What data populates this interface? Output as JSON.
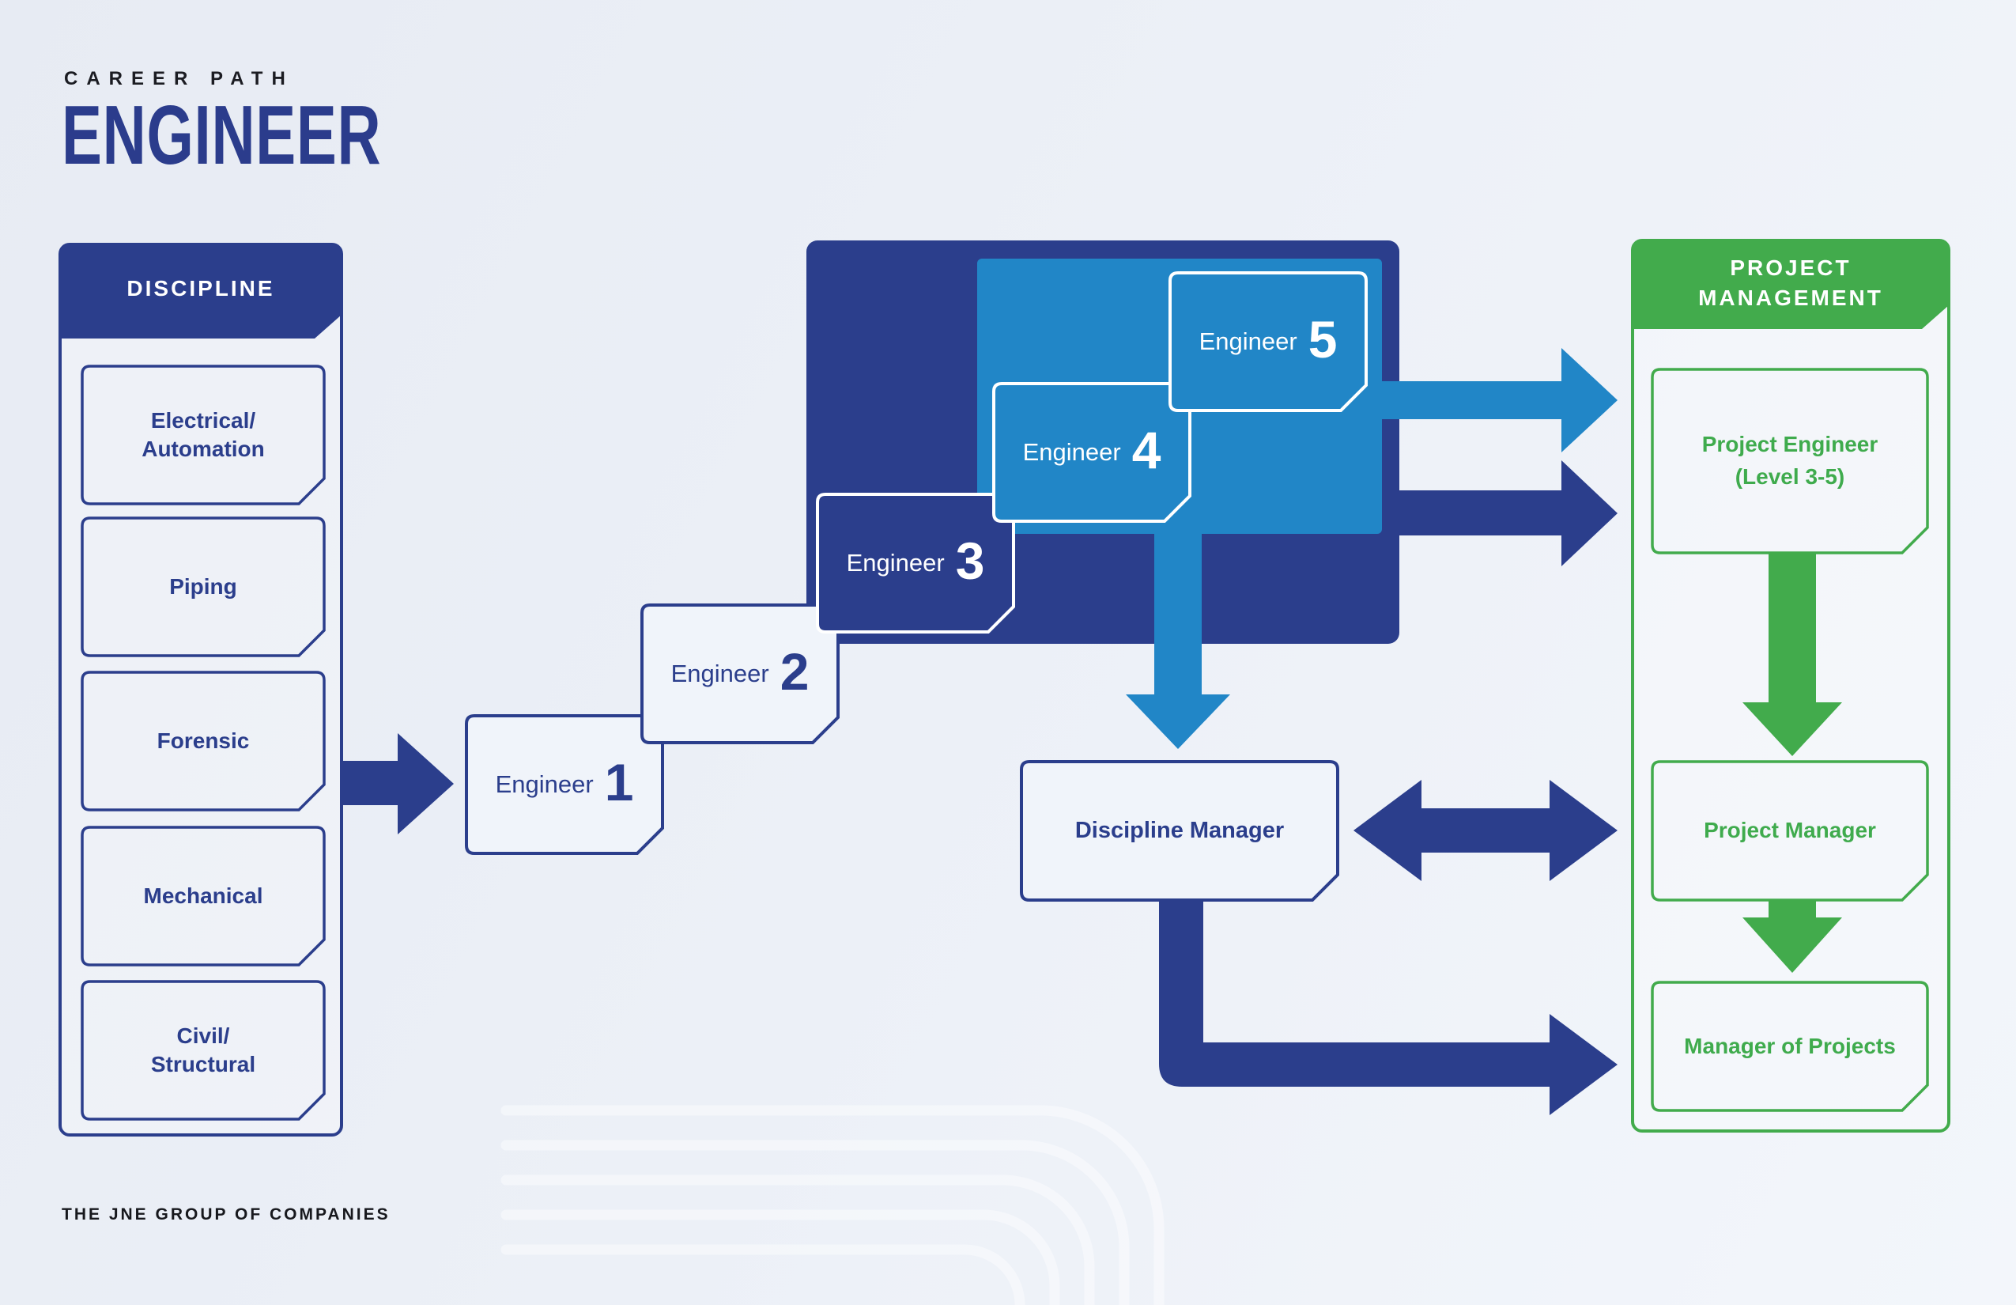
{
  "header": {
    "eyebrow": "CAREER PATH",
    "title": "ENGINEER"
  },
  "discipline": {
    "header": "DISCIPLINE",
    "items": [
      "Electrical/\nAutomation",
      "Piping",
      "Forensic",
      "Mechanical",
      "Civil/\nStructural"
    ]
  },
  "engineer_levels": [
    {
      "label": "Engineer",
      "number": "1"
    },
    {
      "label": "Engineer",
      "number": "2"
    },
    {
      "label": "Engineer",
      "number": "3"
    },
    {
      "label": "Engineer",
      "number": "4"
    },
    {
      "label": "Engineer",
      "number": "5"
    }
  ],
  "discipline_manager": {
    "label": "Discipline Manager"
  },
  "project_management": {
    "header": "PROJECT\nMANAGEMENT",
    "boxes": [
      "Project Engineer\n(Level 3-5)",
      "Project Manager",
      "Manager of Projects"
    ]
  },
  "footer": {
    "text": "THE JNE GROUP OF COMPANIES"
  },
  "colors": {
    "navy": "#2b3e8c",
    "light_blue": "#2186c7",
    "green": "#42ab4c"
  }
}
